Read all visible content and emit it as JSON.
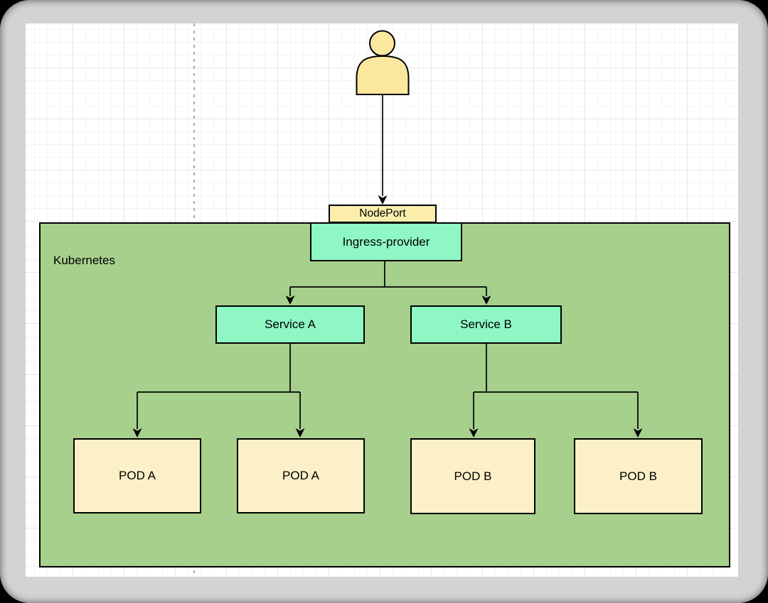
{
  "window": {
    "frame_color": "#d3d3d3",
    "outer_background": "#000000"
  },
  "canvas": {
    "background": "#ffffff",
    "grid_minor_color": "#f4f4f4",
    "grid_major_color": "#e6e6e6",
    "guide_line_color": "#a9a9a9"
  },
  "diagram": {
    "container": {
      "label": "Kubernetes",
      "fill": "#a6d08c"
    },
    "user": {
      "fill": "#fce79f"
    },
    "nodes": {
      "nodeport": {
        "label": "NodePort",
        "fill": "#fbeead"
      },
      "ingress": {
        "label": "Ingress-provider",
        "fill": "#8ef7c4"
      },
      "service_a": {
        "label": "Service A",
        "fill": "#8ef7c4"
      },
      "service_b": {
        "label": "Service B",
        "fill": "#8ef7c4"
      },
      "pod_a1": {
        "label": "POD A",
        "fill": "#fbf0c7"
      },
      "pod_a2": {
        "label": "POD A",
        "fill": "#fbf0c7"
      },
      "pod_b1": {
        "label": "POD B",
        "fill": "#fbf0c7"
      },
      "pod_b2": {
        "label": "POD B",
        "fill": "#fbf0c7"
      }
    },
    "edges": [
      {
        "from": "user",
        "to": "nodeport"
      },
      {
        "from": "ingress",
        "to": "service_a"
      },
      {
        "from": "ingress",
        "to": "service_b"
      },
      {
        "from": "service_a",
        "to": "pod_a1"
      },
      {
        "from": "service_a",
        "to": "pod_a2"
      },
      {
        "from": "service_b",
        "to": "pod_b1"
      },
      {
        "from": "service_b",
        "to": "pod_b2"
      }
    ],
    "stroke_color": "#000000"
  }
}
